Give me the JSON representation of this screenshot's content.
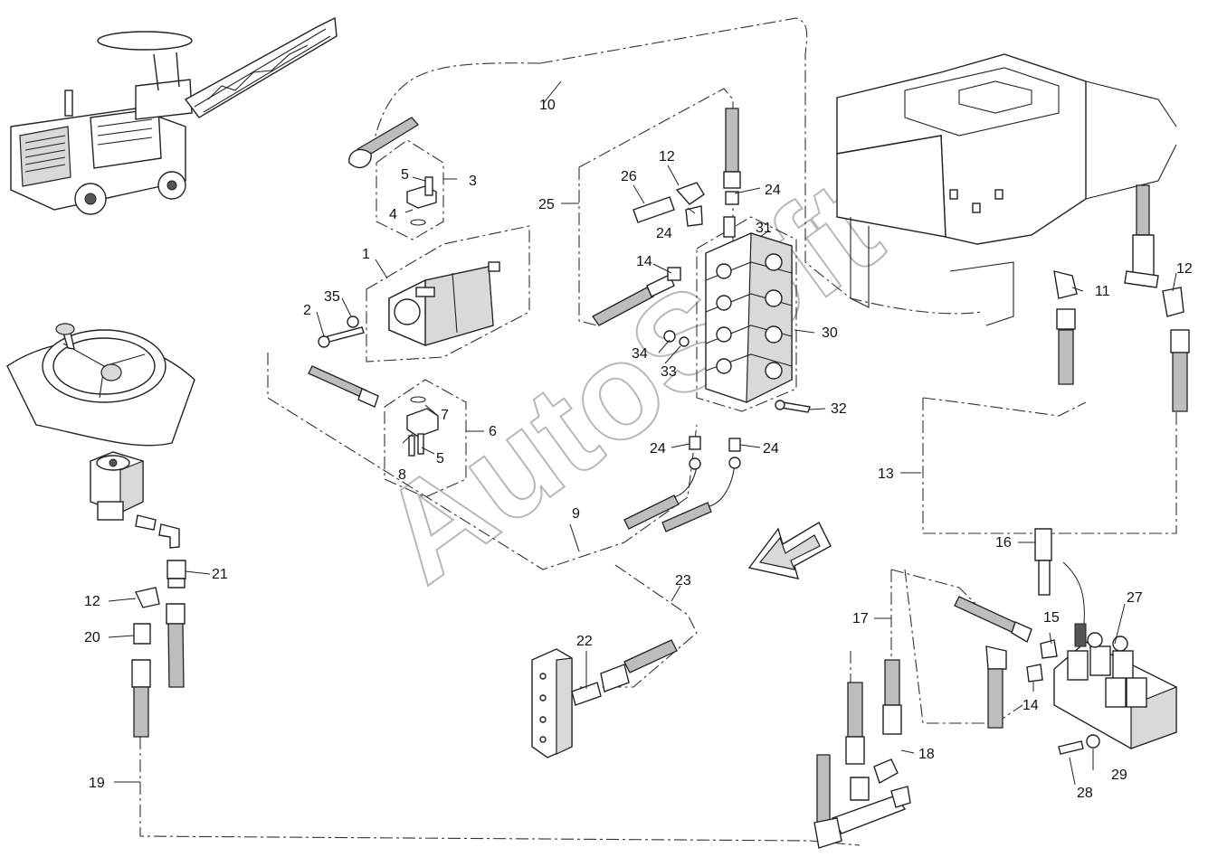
{
  "watermark": "AutoSoft",
  "callouts": {
    "c1": "1",
    "c2": "2",
    "c3": "3",
    "c4": "4",
    "c5a": "5",
    "c5b": "5",
    "c6": "6",
    "c7": "7",
    "c8": "8",
    "c9": "9",
    "c10": "10",
    "c11": "11",
    "c12a": "12",
    "c12b": "12",
    "c12c": "12",
    "c13": "13",
    "c14a": "14",
    "c14b": "14",
    "c15": "15",
    "c16": "16",
    "c17": "17",
    "c18": "18",
    "c19": "19",
    "c20": "20",
    "c21": "21",
    "c22": "22",
    "c23": "23",
    "c24a": "24",
    "c24b": "24",
    "c24c": "24",
    "c24d": "24",
    "c25": "25",
    "c26": "26",
    "c27": "27",
    "c28": "28",
    "c29": "29",
    "c30": "30",
    "c31": "31",
    "c32": "32",
    "c33": "33",
    "c34": "34",
    "c35": "35"
  }
}
